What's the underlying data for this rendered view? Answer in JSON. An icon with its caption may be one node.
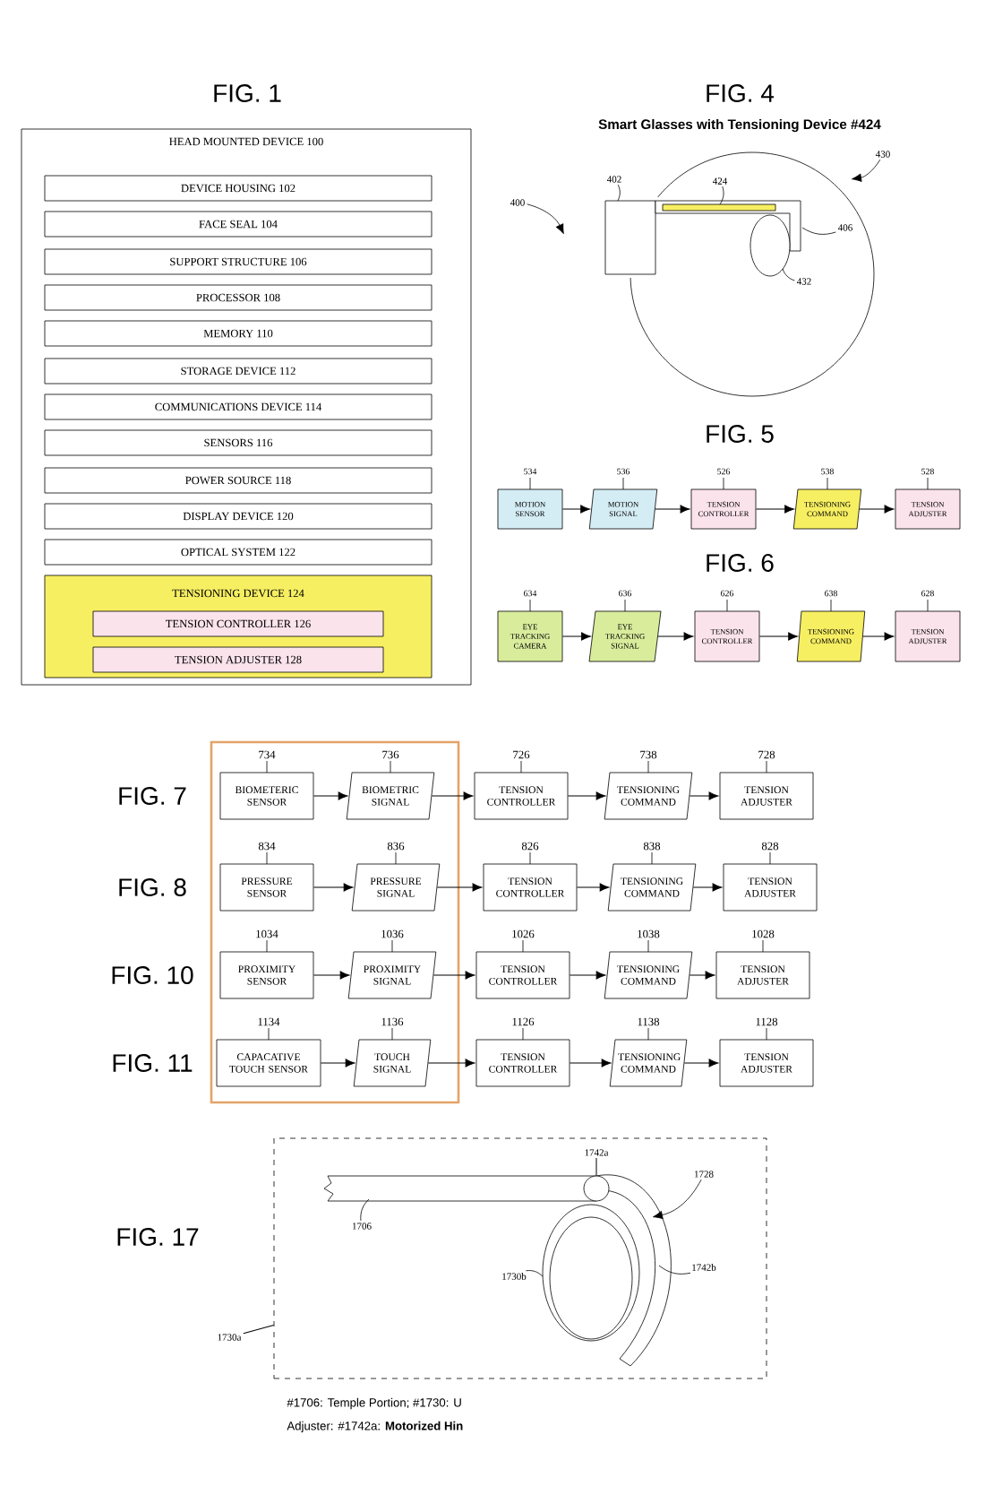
{
  "diagram": {
    "nodes": [
      {
        "text": [
          "HEAD MOUNTED DEVICE 100"
        ]
      },
      {
        "text": [
          "DEVICE HOUSING 102"
        ],
        "in": 0
      },
      {
        "text": [
          "FACE SEAL 104"
        ],
        "in": 0
      },
      {
        "text": [
          "SUPPORT STRUCTURE 106"
        ],
        "in": 0
      },
      {
        "text": [
          "PROCESSOR 108"
        ],
        "in": 0
      },
      {
        "text": [
          "MEMORY 110"
        ],
        "in": 0
      },
      {
        "text": [
          "STORAGE DEVICE 112"
        ],
        "in": 0
      },
      {
        "text": [
          "COMMUNICATIONS DEVICE 114"
        ],
        "in": 0
      },
      {
        "text": [
          "SENSORS 116"
        ],
        "in": 0
      },
      {
        "text": [
          "POWER SOURCE 118"
        ],
        "in": 0
      },
      {
        "text": [
          "DISPLAY DEVICE 120"
        ],
        "in": 0
      },
      {
        "text": [
          "OPTICAL SYSTEM 122"
        ],
        "in": 0
      },
      {
        "text": [
          "TENSIONING DEVICE 124"
        ],
        "in": 0
      },
      {
        "text": [
          "TENSION CONTROLLER 126"
        ],
        "in": 12
      },
      {
        "text": [
          "TENSION ADJUSTER 128"
        ],
        "in": 12
      },
      {
        "text": [
          "400"
        ]
      },
      {
        "text": [
          "402"
        ]
      },
      {
        "text": [
          "424"
        ]
      },
      {
        "text": [
          "430"
        ]
      },
      {
        "text": [
          "406"
        ]
      },
      {
        "text": [
          "432"
        ]
      },
      {
        "text": [
          "534",
          "MOTION SENSOR"
        ]
      },
      {
        "text": [
          "536",
          "MOTION SIGNAL"
        ]
      },
      {
        "text": [
          "526",
          "TENSION CONTROLLER"
        ]
      },
      {
        "text": [
          "538",
          "TENSIONING COMMAND"
        ]
      },
      {
        "text": [
          "528",
          "TENSION ADJUSTER"
        ]
      },
      {
        "text": [
          "634",
          "EYE TRACKING CAMERA"
        ]
      },
      {
        "text": [
          "636",
          "EYE TRACKING SIGNAL"
        ]
      },
      {
        "text": [
          "626",
          "TENSION CONTROLLER"
        ]
      },
      {
        "text": [
          "638",
          "TENSIONING COMMAND"
        ]
      },
      {
        "text": [
          "628",
          "TENSION ADJUSTER"
        ]
      },
      {
        "text": [
          "734",
          "BIOMETERIC SENSOR"
        ]
      },
      {
        "text": [
          "736",
          "BIOMETRIC SIGNAL"
        ]
      },
      {
        "text": [
          "726",
          "TENSION CONTROLLER"
        ]
      },
      {
        "text": [
          "738",
          "TENSIONING COMMAND"
        ]
      },
      {
        "text": [
          "728",
          "TENSION ADJUSTER"
        ]
      },
      {
        "text": [
          "834",
          "PRESSURE SENSOR"
        ]
      },
      {
        "text": [
          "836",
          "PRESSURE SIGNAL"
        ]
      },
      {
        "text": [
          "826",
          "TENSION CONTROLLER"
        ]
      },
      {
        "text": [
          "838",
          "TENSIONING COMMAND"
        ]
      },
      {
        "text": [
          "828",
          "TENSION ADJUSTER"
        ]
      },
      {
        "text": [
          "1034",
          "PROXIMITY SENSOR"
        ]
      },
      {
        "text": [
          "1036",
          "PROXIMITY SIGNAL"
        ]
      },
      {
        "text": [
          "1026",
          "TENSION CONTROLLER"
        ]
      },
      {
        "text": [
          "1038",
          "TENSIONING COMMAND"
        ]
      },
      {
        "text": [
          "1028",
          "TENSION ADJUSTER"
        ]
      },
      {
        "text": [
          "1134",
          "CAPACATIVE TOUCH SENSOR"
        ]
      },
      {
        "text": [
          "1136",
          "TOUCH SIGNAL"
        ]
      },
      {
        "text": [
          "1126",
          "TENSION CONTROLLER"
        ]
      },
      {
        "text": [
          "1138",
          "TENSIONING COMMAND"
        ]
      },
      {
        "text": [
          "1128",
          "TENSION ADJUSTER"
        ]
      },
      {
        "text": [],
        "shape": "box"
      },
      {
        "text": [
          "1742a"
        ],
        "in": 51
      },
      {
        "text": [
          "1728"
        ],
        "in": 51
      },
      {
        "text": [
          "1706"
        ],
        "in": 51
      },
      {
        "text": [
          "1730b"
        ],
        "in": 51
      },
      {
        "text": [
          "1742b"
        ],
        "in": 51
      },
      {
        "text": [
          "1730a"
        ]
      },
      {
        "text": [],
        "shape": "circle",
        "in": 51
      }
    ],
    "edges": [
      {
        "from": 21,
        "to": 22,
        "arrow": "to"
      },
      {
        "from": 22,
        "to": 23,
        "arrow": "to"
      },
      {
        "from": 23,
        "to": 24,
        "arrow": "to"
      },
      {
        "from": 24,
        "to": 25,
        "arrow": "to"
      },
      {
        "from": 26,
        "to": 27,
        "arrow": "to"
      },
      {
        "from": 27,
        "to": 28,
        "arrow": "to"
      },
      {
        "from": 28,
        "to": 29,
        "arrow": "to"
      },
      {
        "from": 29,
        "to": 30,
        "arrow": "to"
      },
      {
        "from": 31,
        "to": 32,
        "arrow": "to"
      },
      {
        "from": 32,
        "to": 33,
        "arrow": "to"
      },
      {
        "from": 33,
        "to": 34,
        "arrow": "to"
      },
      {
        "from": 34,
        "to": 35,
        "arrow": "to"
      },
      {
        "from": 36,
        "to": 37,
        "arrow": "to"
      },
      {
        "from": 37,
        "to": 38,
        "arrow": "to"
      },
      {
        "from": 38,
        "to": 39,
        "arrow": "to"
      },
      {
        "from": 39,
        "to": 40,
        "arrow": "to"
      },
      {
        "from": 41,
        "to": 42,
        "arrow": "to"
      },
      {
        "from": 42,
        "to": 43,
        "arrow": "to"
      },
      {
        "from": 43,
        "to": 44,
        "arrow": "to"
      },
      {
        "from": 44,
        "to": 45,
        "arrow": "to"
      },
      {
        "from": 46,
        "to": 47,
        "arrow": "to"
      },
      {
        "from": 47,
        "to": 48,
        "arrow": "to"
      },
      {
        "from": 48,
        "to": 49,
        "arrow": "to"
      },
      {
        "from": 49,
        "to": 50,
        "arrow": "to"
      },
      {
        "from": 15,
        "to": null,
        "arrow": "to"
      },
      {
        "from": 16,
        "to": null,
        "arrow": "none"
      },
      {
        "from": 17,
        "to": null,
        "arrow": "none"
      },
      {
        "from": 18,
        "to": null,
        "arrow": "to"
      },
      {
        "from": 19,
        "to": null,
        "arrow": "none"
      },
      {
        "from": 20,
        "to": null,
        "arrow": "none"
      },
      {
        "from": 52,
        "to": 58,
        "arrow": "none"
      },
      {
        "from": 53,
        "to": null,
        "arrow": "to"
      },
      {
        "from": 54,
        "to": null,
        "arrow": "none"
      },
      {
        "from": 55,
        "to": null,
        "arrow": "none"
      },
      {
        "from": 56,
        "to": null,
        "arrow": "none"
      },
      {
        "from": 57,
        "to": 51,
        "arrow": "none"
      }
    ],
    "labels": [
      "FIG. 1",
      "FIG. 4",
      "Smart Glasses with Tensioning Device #424",
      "FIG. 5",
      "FIG. 6",
      "FIG. 7",
      "FIG. 8",
      "FIG. 10",
      "FIG. 11",
      "FIG. 17",
      "#1706: Temple Portion; #1730: U",
      "Adjuster: #1742a: **Motorized Hin**"
    ]
  }
}
